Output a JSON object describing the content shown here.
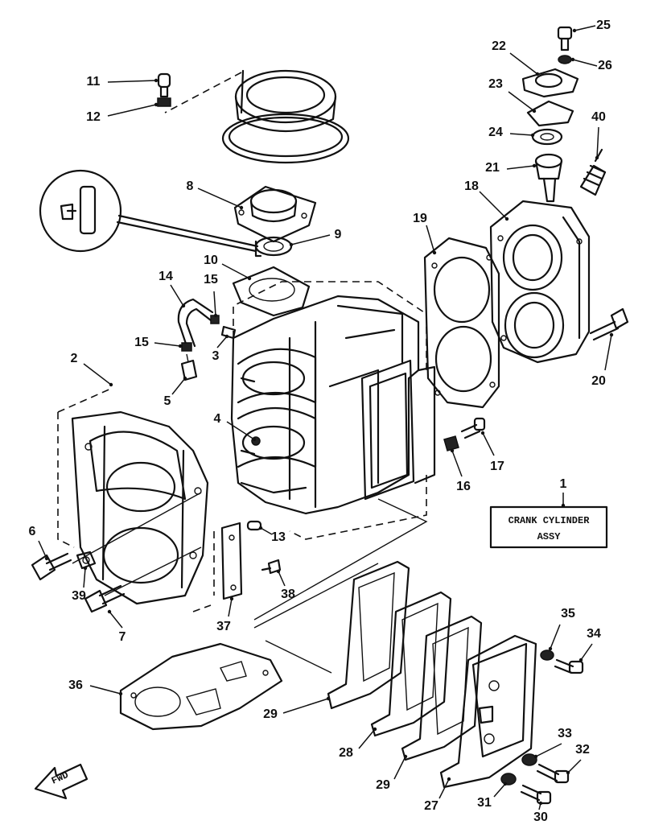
{
  "parts": [
    {
      "n": "1"
    },
    {
      "n": "2"
    },
    {
      "n": "3"
    },
    {
      "n": "4"
    },
    {
      "n": "5"
    },
    {
      "n": "6"
    },
    {
      "n": "7"
    },
    {
      "n": "8"
    },
    {
      "n": "9"
    },
    {
      "n": "10"
    },
    {
      "n": "11"
    },
    {
      "n": "12"
    },
    {
      "n": "13"
    },
    {
      "n": "14"
    },
    {
      "n": "15"
    },
    {
      "n": "15"
    },
    {
      "n": "16"
    },
    {
      "n": "17"
    },
    {
      "n": "18"
    },
    {
      "n": "19"
    },
    {
      "n": "20"
    },
    {
      "n": "21"
    },
    {
      "n": "22"
    },
    {
      "n": "23"
    },
    {
      "n": "24"
    },
    {
      "n": "25"
    },
    {
      "n": "26"
    },
    {
      "n": "27"
    },
    {
      "n": "28"
    },
    {
      "n": "29"
    },
    {
      "n": "29"
    },
    {
      "n": "30"
    },
    {
      "n": "31"
    },
    {
      "n": "32"
    },
    {
      "n": "33"
    },
    {
      "n": "34"
    },
    {
      "n": "35"
    },
    {
      "n": "36"
    },
    {
      "n": "37"
    },
    {
      "n": "38"
    },
    {
      "n": "39"
    },
    {
      "n": "40"
    }
  ],
  "assembly_box": {
    "line1": "CRANK CYLINDER",
    "line2": "ASSY"
  },
  "fwd_marker": "FWD"
}
